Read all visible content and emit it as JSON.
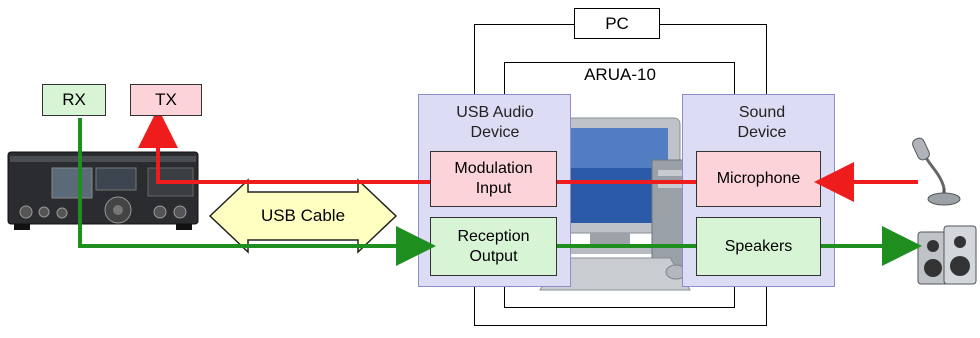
{
  "diagram": {
    "pc_label": "PC",
    "app_label": "ARUA-10",
    "rx_label": "RX",
    "tx_label": "TX",
    "usb_cable_label": "USB Cable",
    "usb_audio": {
      "title": "USB Audio Device",
      "modulation": "Modulation Input",
      "reception": "Reception Output"
    },
    "sound_device": {
      "title": "Sound Device",
      "microphone": "Microphone",
      "speakers": "Speakers"
    },
    "colors": {
      "tx_path": "#ee1c1c",
      "rx_path": "#1e8f1e",
      "rx_box": "#d7f5d5",
      "tx_box": "#fbd3d8",
      "panel": "#dcdcf4",
      "usb_arrow": "#ffffc2"
    },
    "icons": [
      "radio-transceiver-icon",
      "computer-icon",
      "microphone-icon",
      "speakers-icon"
    ]
  }
}
